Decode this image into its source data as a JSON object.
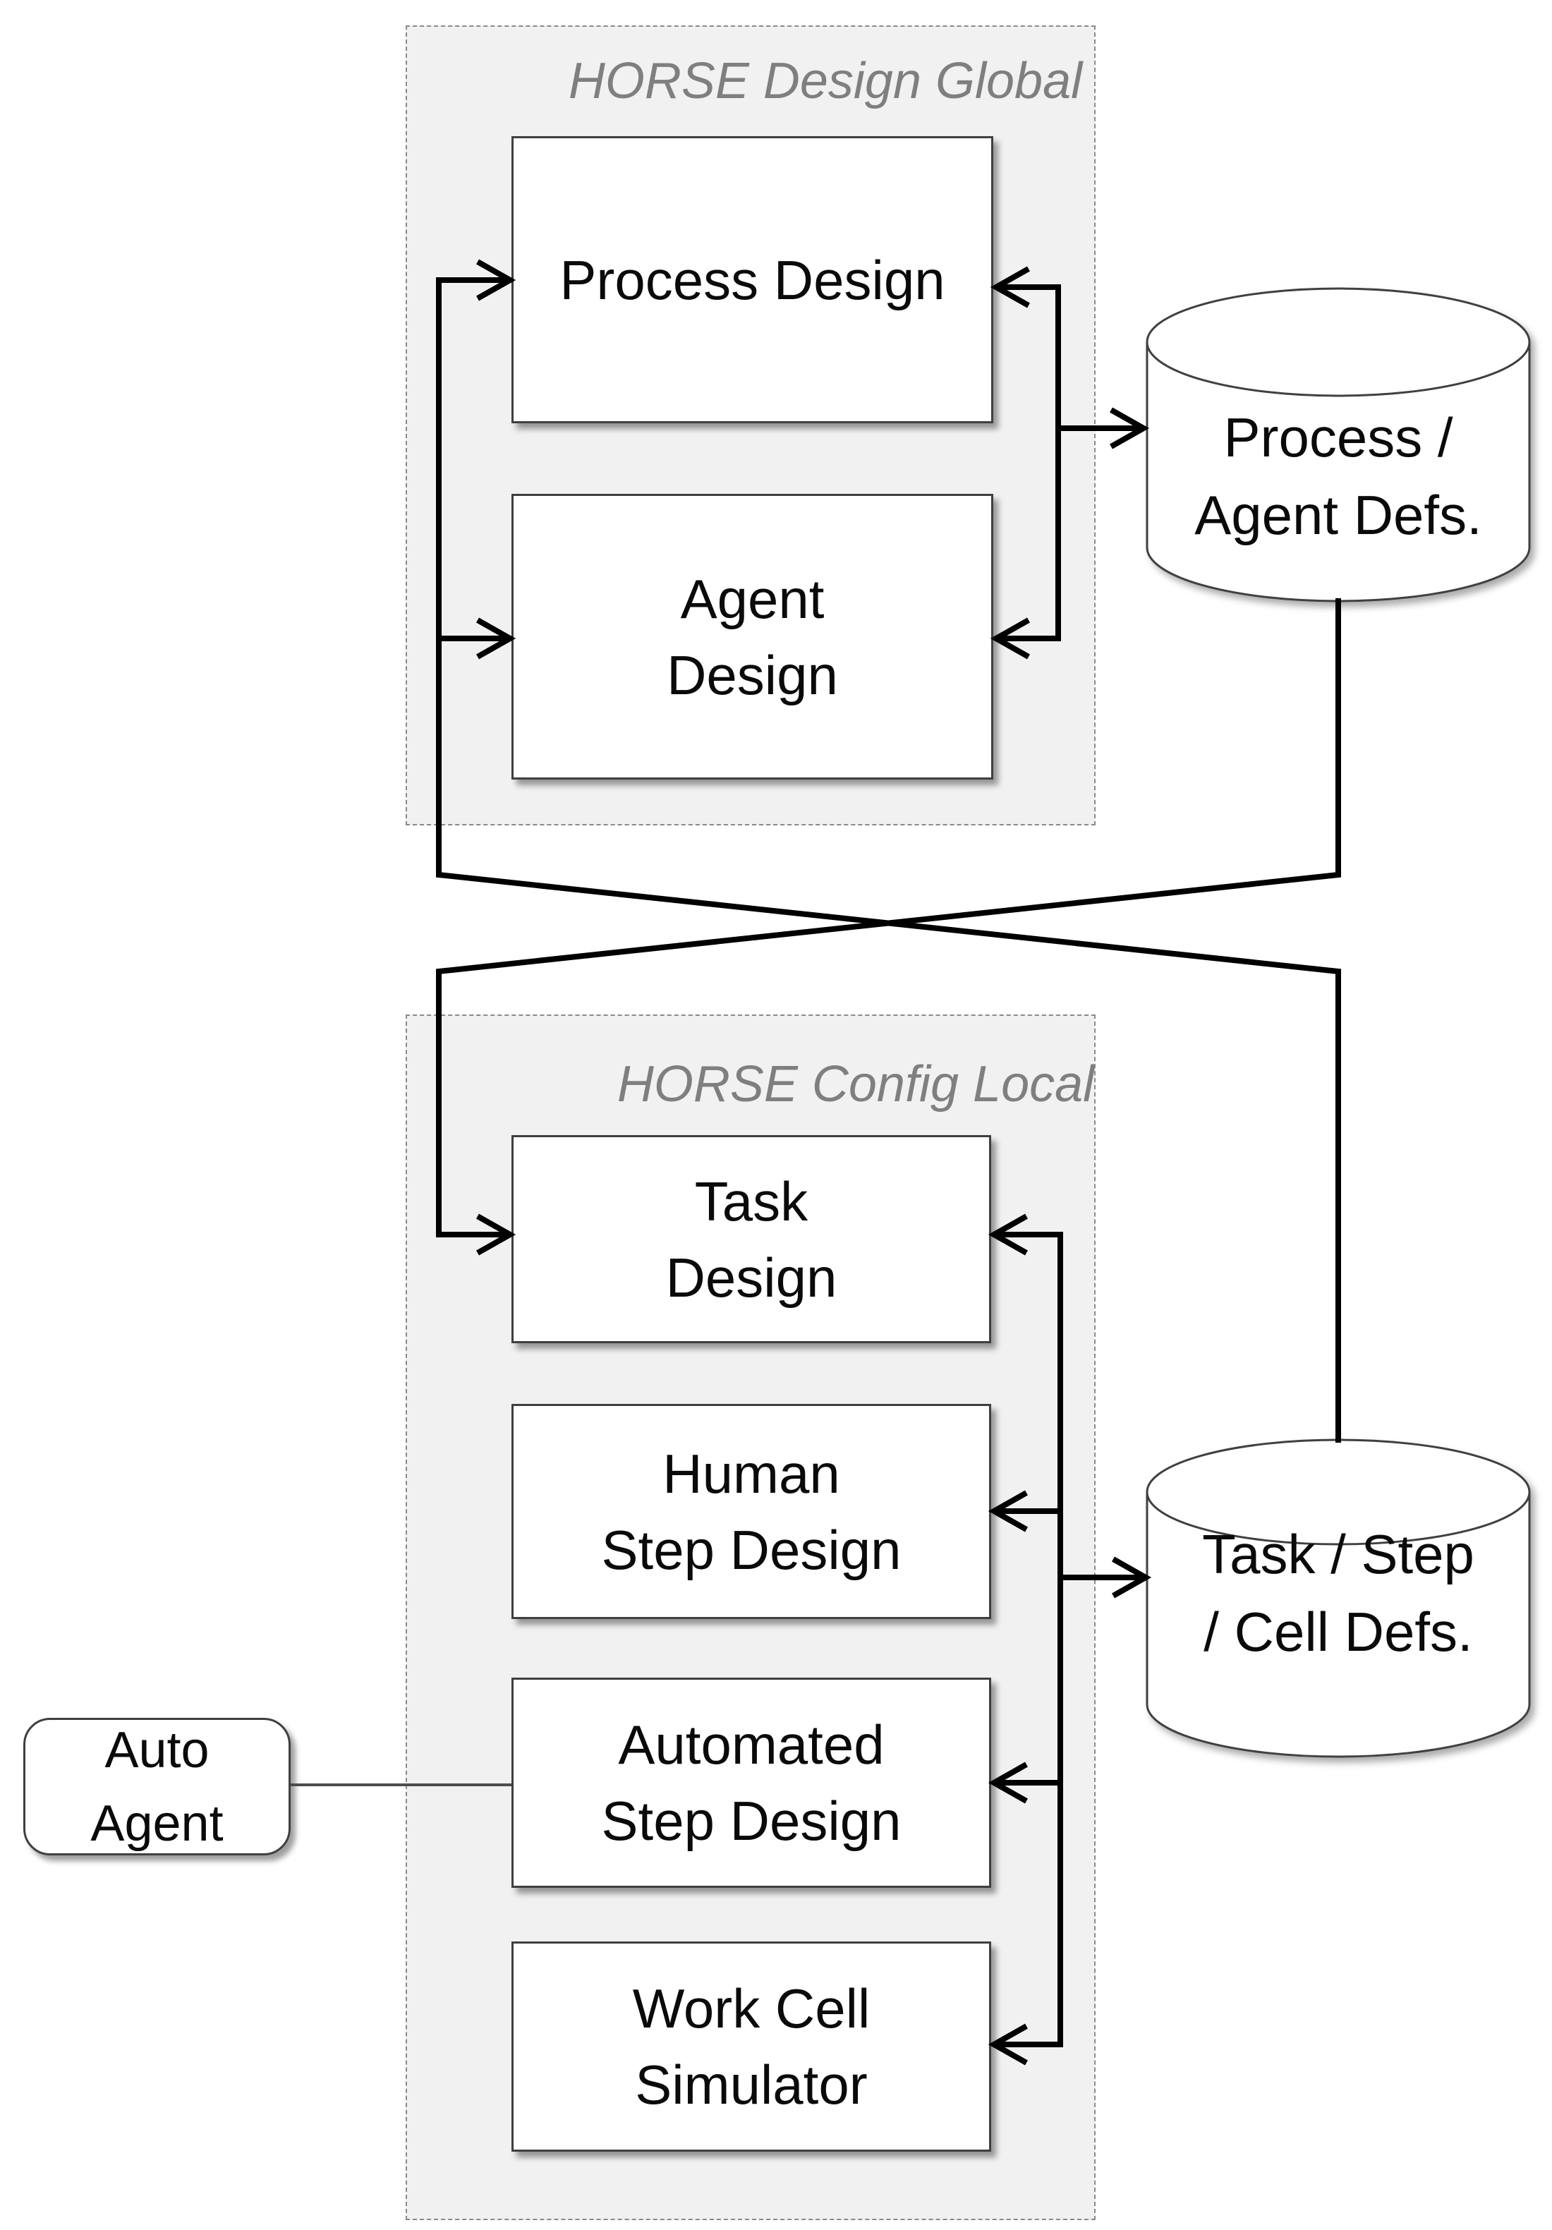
{
  "diagram": {
    "groups": [
      {
        "id": "design-global",
        "label": "HORSE Design Global"
      },
      {
        "id": "config-local",
        "label": "HORSE Config Local"
      }
    ],
    "nodes": {
      "process_design": "Process Design",
      "agent_design": "Agent\nDesign",
      "task_design": "Task\nDesign",
      "human_step_design": "Human\nStep Design",
      "automated_step_design": "Automated\nStep Design",
      "work_cell_simulator": "Work Cell\nSimulator",
      "auto_agent": "Auto\nAgent"
    },
    "datastores": {
      "process_agent_defs": "Process /\nAgent Defs.",
      "task_step_cell_defs": "Task / Step\n/ Cell Defs."
    },
    "colors": {
      "background": "#ffffff",
      "group_fill": "#f1f1f1",
      "group_border": "#8a8a8a",
      "group_label": "#7f7f7f",
      "node_fill": "#ffffff",
      "node_border": "#3f3f3f",
      "text": "#0a0a0a",
      "connector": "#000000",
      "thin_connector": "#4d4d4d"
    }
  }
}
